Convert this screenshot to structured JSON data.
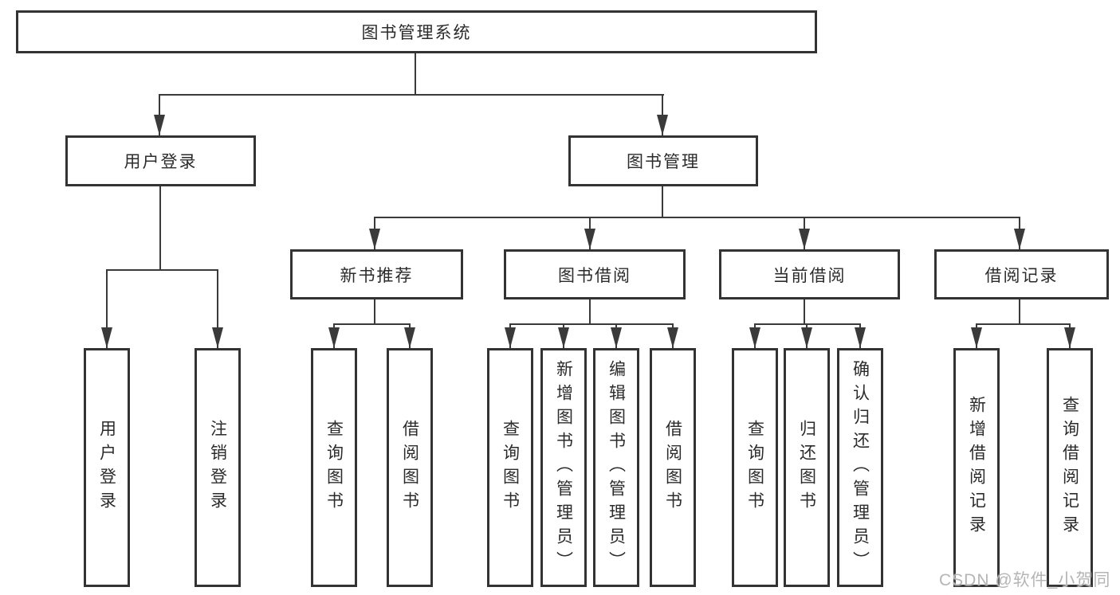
{
  "diagram": {
    "root": {
      "label": "图书管理系统"
    },
    "branches": [
      {
        "label": "用户登录",
        "leaves": [
          {
            "label": "用户登录"
          },
          {
            "label": "注销登录"
          }
        ]
      },
      {
        "label": "图书管理",
        "groups": [
          {
            "label": "新书推荐",
            "leaves": [
              {
                "label": "查询图书"
              },
              {
                "label": "借阅图书"
              }
            ]
          },
          {
            "label": "图书借阅",
            "leaves": [
              {
                "label": "查询图书"
              },
              {
                "label": "新增图书（管理员）"
              },
              {
                "label": "编辑图书（管理员）"
              },
              {
                "label": "借阅图书"
              }
            ]
          },
          {
            "label": "当前借阅",
            "leaves": [
              {
                "label": "查询图书"
              },
              {
                "label": "归还图书"
              },
              {
                "label": "确认归还（管理员）"
              }
            ]
          },
          {
            "label": "借阅记录",
            "leaves": [
              {
                "label": "新增借阅记录"
              },
              {
                "label": "查询借阅记录"
              }
            ]
          }
        ]
      }
    ]
  },
  "watermark": {
    "text": "CSDN @软件_小贺同学"
  },
  "colors": {
    "line": "#3a3a3a",
    "box_border": "#333333",
    "box_bg": "#ffffff",
    "text": "#2b2b2b",
    "watermark": "#b5b5b5",
    "background": "#ffffff"
  }
}
